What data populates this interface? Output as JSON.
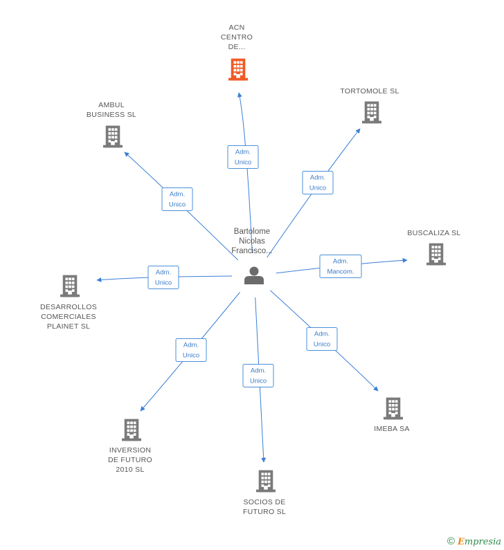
{
  "center": {
    "id": "person",
    "label_lines": [
      "Bartolome",
      "Nicolas",
      "Francisco..."
    ],
    "icon": "person-icon"
  },
  "nodes": [
    {
      "id": "acn",
      "label_lines": [
        "ACN",
        "CENTRO",
        "DE..."
      ],
      "icon": "building-icon",
      "color": "#f05a28",
      "highlight": true
    },
    {
      "id": "tortomole",
      "label_lines": [
        "TORTOMOLE SL"
      ],
      "icon": "building-icon",
      "color": "#7a7a7a"
    },
    {
      "id": "ambul",
      "label_lines": [
        "AMBUL",
        "BUSINESS SL"
      ],
      "icon": "building-icon",
      "color": "#7a7a7a"
    },
    {
      "id": "buscaliza",
      "label_lines": [
        "BUSCALIZA  SL"
      ],
      "icon": "building-icon",
      "color": "#7a7a7a"
    },
    {
      "id": "desarrollos",
      "label_lines": [
        "DESARROLLOS",
        "COMERCIALES",
        "PLAINET SL"
      ],
      "icon": "building-icon",
      "color": "#7a7a7a"
    },
    {
      "id": "imeba",
      "label_lines": [
        "IMEBA SA"
      ],
      "icon": "building-icon",
      "color": "#7a7a7a"
    },
    {
      "id": "inversion",
      "label_lines": [
        "INVERSION",
        "DE FUTURO",
        "2010 SL"
      ],
      "icon": "building-icon",
      "color": "#7a7a7a"
    },
    {
      "id": "socios",
      "label_lines": [
        "SOCIOS DE",
        "FUTURO SL"
      ],
      "icon": "building-icon",
      "color": "#7a7a7a"
    }
  ],
  "edges": [
    {
      "to": "acn",
      "label_lines": [
        "Adm.",
        "Unico"
      ]
    },
    {
      "to": "tortomole",
      "label_lines": [
        "Adm.",
        "Unico"
      ]
    },
    {
      "to": "ambul",
      "label_lines": [
        "Adm.",
        "Unico"
      ]
    },
    {
      "to": "buscaliza",
      "label_lines": [
        "Adm.",
        "Mancom."
      ]
    },
    {
      "to": "desarrollos",
      "label_lines": [
        "Adm.",
        "Unico"
      ]
    },
    {
      "to": "imeba",
      "label_lines": [
        "Adm.",
        "Unico"
      ]
    },
    {
      "to": "inversion",
      "label_lines": [
        "Adm.",
        "Unico"
      ]
    },
    {
      "to": "socios",
      "label_lines": [
        "Adm.",
        "Unico"
      ]
    }
  ],
  "colors": {
    "edge": "#3a7fd5",
    "edge_label_border": "#4a8fd8",
    "edge_label_text": "#3a7bc8",
    "building": "#7a7a7a",
    "building_highlight": "#f05a28",
    "person": "#6b6b6b"
  },
  "footer": {
    "copyright_symbol": "©",
    "brand_initial": "E",
    "brand_rest": "mpresia"
  }
}
